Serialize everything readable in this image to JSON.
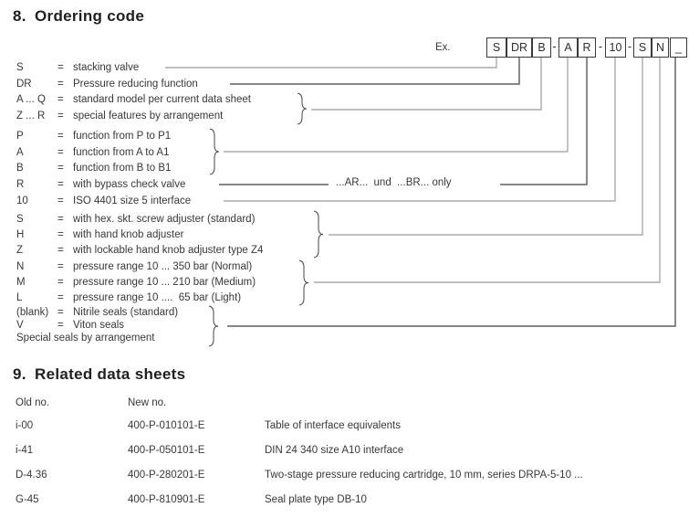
{
  "colors": {
    "background": "#ffffff",
    "text": "#383838",
    "heading_text": "#1f1f1f",
    "line_gray": "#9b9b9b",
    "line_dark": "#3e3e3e",
    "box_border": "#3a3a3a"
  },
  "section8": {
    "number": "8.",
    "title": "Ordering code",
    "example_label": "Ex.",
    "code_tokens": [
      "S",
      "DR",
      "B",
      "-",
      "A",
      "R",
      "-",
      "10",
      "-",
      "S",
      "N",
      "_"
    ],
    "rows": [
      {
        "code": "S",
        "eq": "=",
        "label": "stacking valve"
      },
      {
        "code": "DR",
        "eq": "=",
        "label": "Pressure reducing function"
      },
      {
        "code": "A ... Q",
        "eq": "=",
        "label": "standard model per current data sheet"
      },
      {
        "code": "Z ... R",
        "eq": "=",
        "label": "special features by arrangement"
      },
      {
        "code": "P",
        "eq": "=",
        "label": "function from P to P1"
      },
      {
        "code": "A",
        "eq": "=",
        "label": "function from A to A1"
      },
      {
        "code": "B",
        "eq": "=",
        "label": "function from B to B1"
      },
      {
        "code": "R",
        "eq": "=",
        "label": "with bypass check valve",
        "annotation": "...AR...  und  ...BR... only"
      },
      {
        "code": "10",
        "eq": "=",
        "label": "ISO 4401 size 5 interface"
      },
      {
        "code": "S",
        "eq": "=",
        "label": "with hex. skt. screw adjuster (standard)"
      },
      {
        "code": "H",
        "eq": "=",
        "label": "with hand knob adjuster"
      },
      {
        "code": "Z",
        "eq": "=",
        "label": "with lockable hand knob adjuster type Z4"
      },
      {
        "code": "N",
        "eq": "=",
        "label": "pressure range 10 ... 350 bar (Normal)"
      },
      {
        "code": "M",
        "eq": "=",
        "label": "pressure range 10 ... 210 bar (Medium)"
      },
      {
        "code": "L",
        "eq": "=",
        "label": "pressure range 10 ....  65 bar (Light)"
      },
      {
        "code": "(blank)",
        "eq": "=",
        "label": "Nitrile seals (standard)"
      },
      {
        "code": "V",
        "eq": "=",
        "label": "Viton seals"
      },
      {
        "code": "",
        "eq": "",
        "label": "Special seals by arrangement"
      }
    ]
  },
  "section9": {
    "number": "9.",
    "title": "Related data sheets",
    "columns": [
      "Old no.",
      "New no."
    ],
    "rows": [
      {
        "old": "i-00",
        "new": "400-P-010101-E",
        "desc": "Table of interface equivalents"
      },
      {
        "old": "i-41",
        "new": "400-P-050101-E",
        "desc": "DIN 24 340 size A10 interface"
      },
      {
        "old": "D-4.36",
        "new": "400-P-280201-E",
        "desc": "Two-stage pressure reducing cartridge, 10 mm, series DRPA-5-10 ..."
      },
      {
        "old": "G-45",
        "new": "400-P-810901-E",
        "desc": "Seal plate type DB-10"
      }
    ]
  }
}
